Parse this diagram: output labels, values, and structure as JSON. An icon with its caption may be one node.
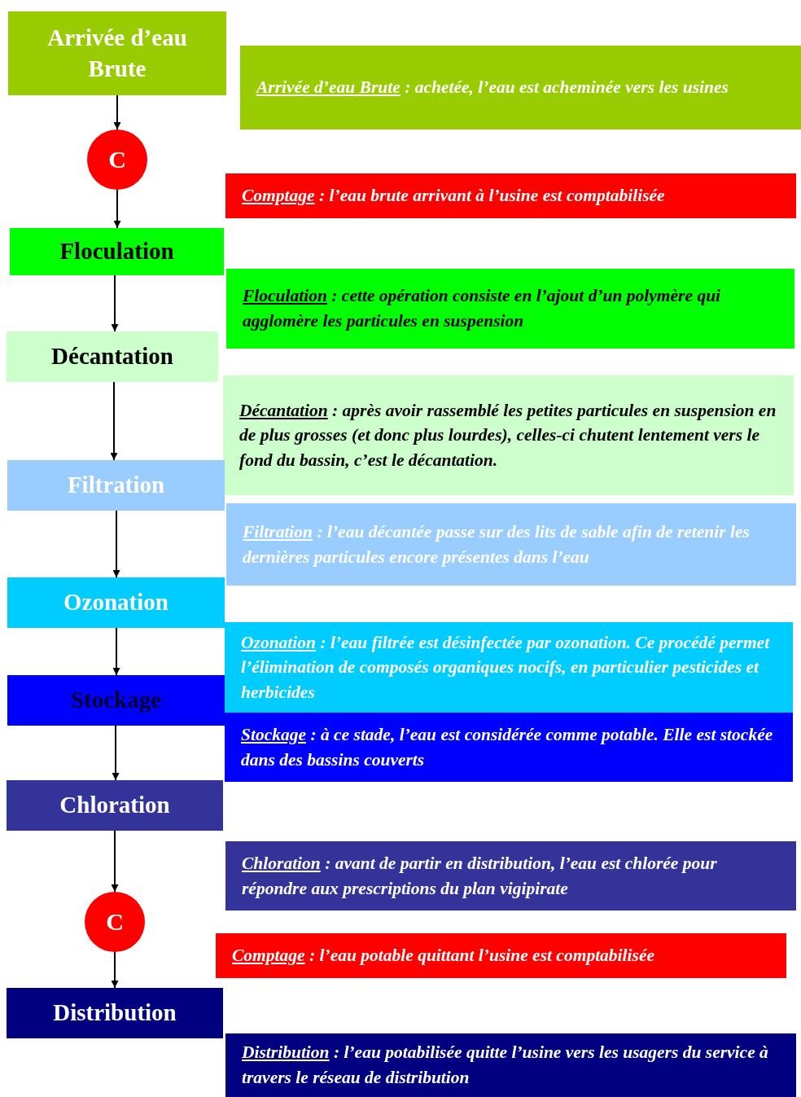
{
  "diagram": {
    "nodes": [
      {
        "text": [
          "Arrivée d’eau Brute"
        ]
      },
      {
        "text": [
          "Arrivée d’eau Brute",
          ": achetée, l’eau est acheminée vers les usines"
        ]
      },
      {
        "text": [
          "C"
        ]
      },
      {
        "text": [
          "Comptage",
          ": l’eau brute arrivant à l’usine est comptabilisée"
        ]
      },
      {
        "text": [
          "Floculation"
        ]
      },
      {
        "text": [
          "Floculation",
          ": cette opération consiste en l’ajout d’un polymère qui agglomère les particules en suspension"
        ]
      },
      {
        "text": [
          "Décantation"
        ]
      },
      {
        "text": [
          "Décantation",
          ": après avoir rassemblé les petites particules en suspension en de plus grosses (et donc plus lourdes), celles-ci chutent lentement vers le fond du bassin, c’est le décantation."
        ]
      },
      {
        "text": [
          "Filtration"
        ]
      },
      {
        "text": [
          "Filtration",
          ": l’eau décantée passe sur des lits de sable afin de retenir les dernières particules encore présentes dans l’eau"
        ]
      },
      {
        "text": [
          "Ozonation"
        ]
      },
      {
        "text": [
          "Ozonation",
          ": l’eau filtrée est désinfectée par ozonation. Ce procédé permet l’élimination de composés organiques nocifs, en particulier pesticides et herbicides"
        ]
      },
      {
        "text": [
          "Stockage"
        ]
      },
      {
        "text": [
          "Stockage",
          ": à ce stade, l’eau est considérée comme potable. Elle est stockée dans des bassins couverts"
        ]
      },
      {
        "text": [
          "Chloration"
        ]
      },
      {
        "text": [
          "Chloration",
          ": avant de partir en distribution, l’eau est chlorée pour répondre aux prescriptions du plan vigipirate"
        ]
      },
      {
        "text": [
          "C"
        ]
      },
      {
        "text": [
          "Comptage",
          ": l’eau potable quittant l’usine est comptabilisée"
        ]
      },
      {
        "text": [
          "Distribution"
        ]
      },
      {
        "text": [
          "Distribution",
          ": l’eau potabilisée quitte l’usine vers les usagers du service à travers le réseau de distribution"
        ]
      }
    ],
    "edges": [
      {
        "from": 0,
        "to": 2,
        "arrow": "to"
      },
      {
        "from": 2,
        "to": 4,
        "arrow": "to"
      },
      {
        "from": 4,
        "to": 6,
        "arrow": "to"
      },
      {
        "from": 6,
        "to": 8,
        "arrow": "to"
      },
      {
        "from": 8,
        "to": 10,
        "arrow": "to"
      },
      {
        "from": 10,
        "to": 12,
        "arrow": "to"
      },
      {
        "from": 12,
        "to": 14,
        "arrow": "to"
      },
      {
        "from": 14,
        "to": 16,
        "arrow": "to"
      },
      {
        "from": 16,
        "to": 18,
        "arrow": "to"
      }
    ]
  }
}
